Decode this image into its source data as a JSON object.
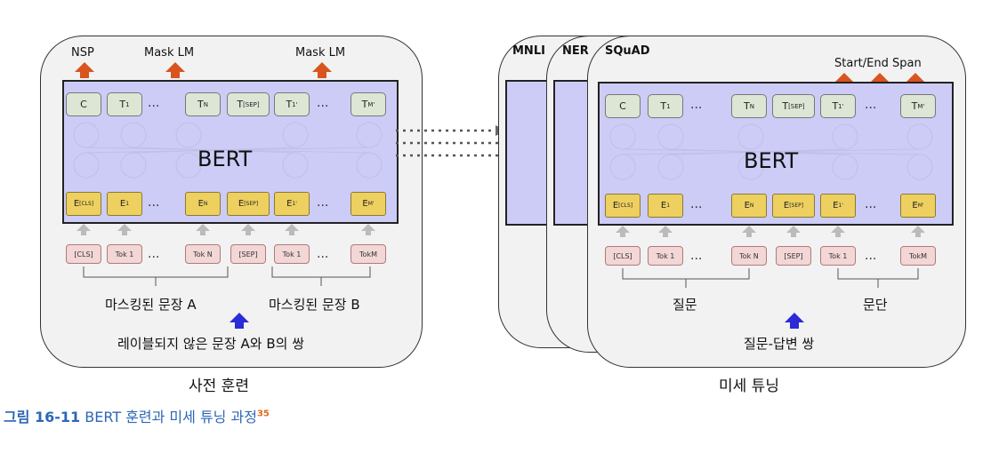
{
  "pretrain": {
    "heads": [
      "NSP",
      "Mask LM",
      "Mask LM"
    ],
    "center_label": "BERT",
    "t_nodes": [
      "C",
      "T",
      "T",
      "T",
      "T",
      "T"
    ],
    "t_subs": [
      "",
      "1",
      "N",
      "[SEP]",
      "1'",
      "M'"
    ],
    "e_nodes": [
      "E",
      "E",
      "E",
      "E",
      "E",
      "E"
    ],
    "e_subs": [
      "[CLS]",
      "1",
      "N",
      "[SEP]",
      "1'",
      "M'"
    ],
    "tokens": [
      "[CLS]",
      "Tok 1",
      "Tok N",
      "[SEP]",
      "Tok 1",
      "TokM"
    ],
    "ellipsis": "...",
    "sentence_a": "마스킹된 문장 A",
    "sentence_b": "마스킹된 문장 B",
    "pair_label": "레이블되지 않은 문장 A와 B의 쌍",
    "caption": "사전 훈련"
  },
  "finetune": {
    "tasks": [
      "MNLI",
      "NER",
      "SQuAD"
    ],
    "head": "Start/End Span",
    "center_label": "BERT",
    "t_nodes": [
      "C",
      "T",
      "T",
      "T",
      "T",
      "T"
    ],
    "t_subs": [
      "",
      "1",
      "N",
      "[SEP]",
      "1'",
      "M'"
    ],
    "e_nodes": [
      "E",
      "E",
      "E",
      "E",
      "E",
      "E"
    ],
    "e_subs": [
      "[CLS]",
      "1",
      "N",
      "[SEP]",
      "1'",
      "M'"
    ],
    "tokens": [
      "[CLS]",
      "Tok 1",
      "Tok N",
      "[SEP]",
      "Tok 1",
      "TokM"
    ],
    "ellipsis": "...",
    "question": "질문",
    "paragraph": "문단",
    "pair_label": "질문-답변 쌍",
    "caption": "미세 튜닝"
  },
  "figure": {
    "number": "그림 16-11",
    "title_en": "BERT",
    "title_ko": "훈련과 미세 튜닝 과정",
    "footnote": "35"
  },
  "colors": {
    "bert_fill": "#ccccf7",
    "t_node": "#dde6d5",
    "e_node": "#eed060",
    "token": "#f3d6d6",
    "orange_arrow": "#d9541f",
    "blue_arrow": "#2b2bd8",
    "caption_blue": "#2d67b5"
  }
}
